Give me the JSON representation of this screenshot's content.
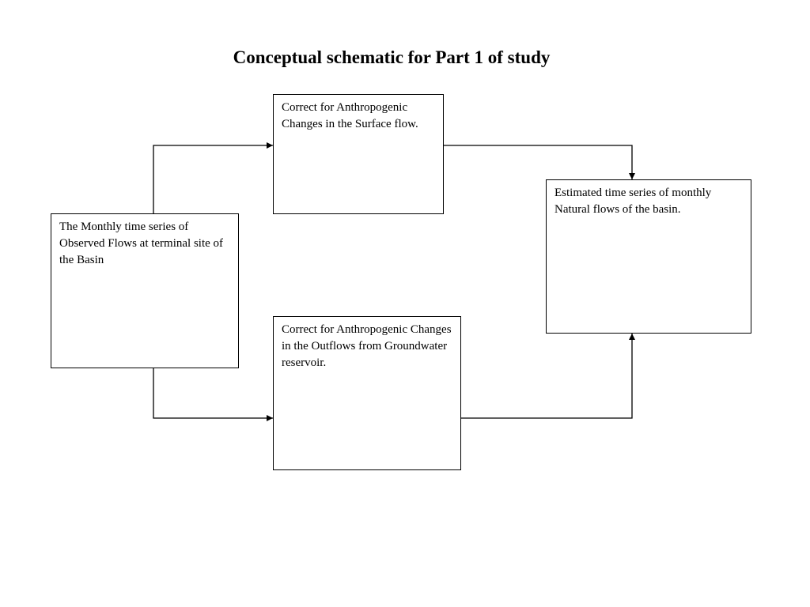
{
  "diagram": {
    "title": "Conceptual schematic for Part 1 of study",
    "nodes": {
      "observed": "The Monthly time series of Observed Flows at terminal site of the Basin",
      "surface": "Correct for Anthropogenic Changes in the Surface flow.",
      "groundwater": "Correct for Anthropogenic Changes in the Outflows from Groundwater reservoir.",
      "natural": "Estimated time series of monthly Natural flows of the basin."
    },
    "edges": [
      {
        "from": "observed",
        "to": "surface"
      },
      {
        "from": "observed",
        "to": "groundwater"
      },
      {
        "from": "surface",
        "to": "natural"
      },
      {
        "from": "groundwater",
        "to": "natural"
      }
    ]
  }
}
